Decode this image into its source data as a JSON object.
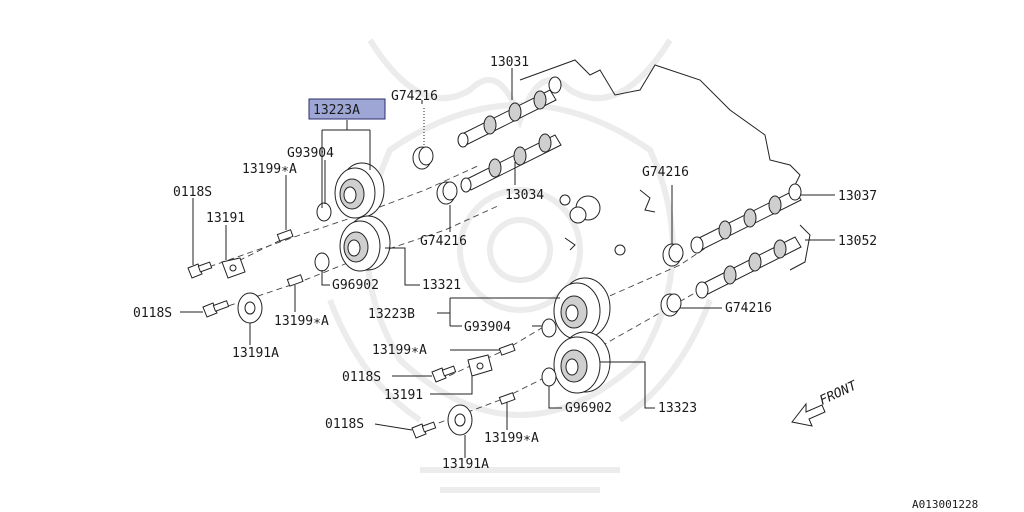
{
  "diagram": {
    "highlighted_part": "13223A",
    "labels": {
      "p13031": "13031",
      "p13223A": "13223A",
      "pG74216_a": "G74216",
      "pG93904_a": "G93904",
      "p13199A_a": "13199∗A",
      "p0118S_a": "0118S",
      "p13191_a": "13191",
      "p13034": "13034",
      "pG74216_b": "G74216",
      "pG96902_a": "G96902",
      "p13321": "13321",
      "p0118S_b": "0118S",
      "p13199A_b": "13199∗A",
      "p13191A_a": "13191A",
      "pG74216_c": "G74216",
      "p13037": "13037",
      "p13052": "13052",
      "pG74216_d": "G74216",
      "p13223B": "13223B",
      "pG93904_b": "G93904",
      "p13199A_c": "13199∗A",
      "p0118S_c": "0118S",
      "p13191_b": "13191",
      "pG96902_b": "G96902",
      "p13323": "13323",
      "p0118S_d": "0118S",
      "p13199A_d": "13199∗A",
      "p13191A_b": "13191A",
      "front": "FRONT",
      "diagram_id": "A013001228"
    }
  }
}
